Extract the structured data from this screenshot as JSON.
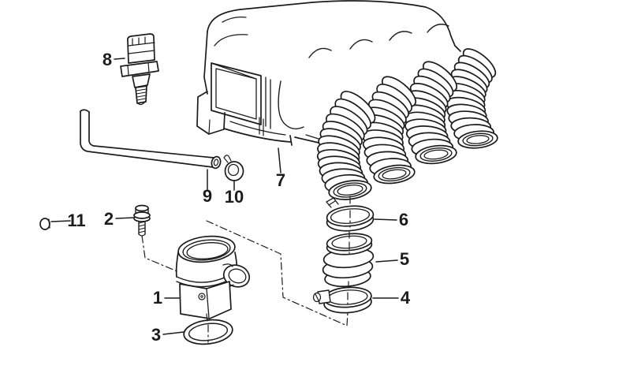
{
  "diagram": {
    "background": "#ffffff",
    "ink": "#1c1c1c",
    "part_labels": [
      {
        "num": "1"
      },
      {
        "num": "2"
      },
      {
        "num": "3"
      },
      {
        "num": "4"
      },
      {
        "num": "5"
      },
      {
        "num": "6"
      },
      {
        "num": "7"
      },
      {
        "num": "8"
      },
      {
        "num": "9"
      },
      {
        "num": "10"
      },
      {
        "num": "11"
      }
    ]
  }
}
